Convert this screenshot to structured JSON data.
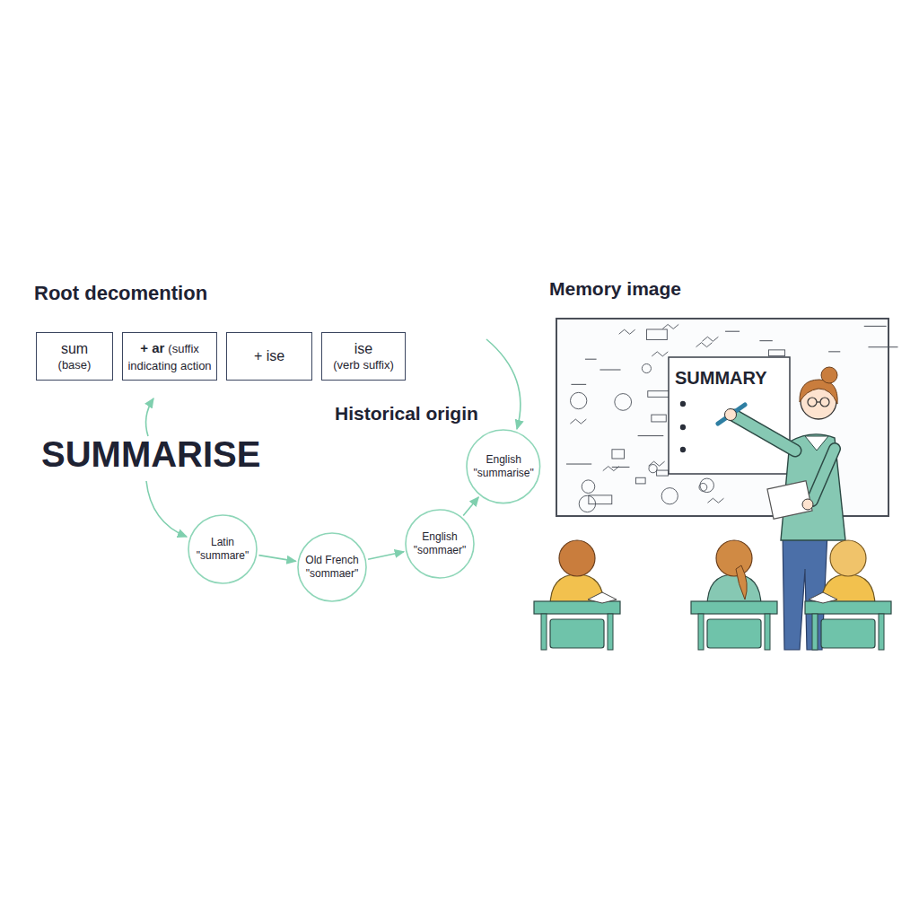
{
  "diagram": {
    "nodes": [
      {
        "text": [
          "sum",
          "(base)"
        ]
      },
      {
        "text": [
          "+ ar",
          "(suffix indicating action"
        ]
      },
      {
        "text": [
          "+ ise"
        ]
      },
      {
        "text": [
          "ise",
          "(verb suffix)"
        ]
      },
      {
        "text": [
          "Latin",
          "\"summare\""
        ]
      },
      {
        "text": [
          "Old French",
          "\"sommaer\""
        ]
      },
      {
        "text": [
          "English",
          "\"sommaer\""
        ]
      },
      {
        "text": [
          "English",
          "\"summarise\""
        ]
      },
      {
        "text": [
          "SUMMARY"
        ]
      }
    ],
    "edges": [
      {
        "from": 4,
        "to": 5,
        "arrow": "to"
      },
      {
        "from": 5,
        "to": 6,
        "arrow": "to"
      },
      {
        "from": 6,
        "to": 7,
        "arrow": "to"
      }
    ],
    "labels": [
      "Root decomention",
      "SUMMARISE",
      "Historical origin",
      "Memory image"
    ]
  }
}
